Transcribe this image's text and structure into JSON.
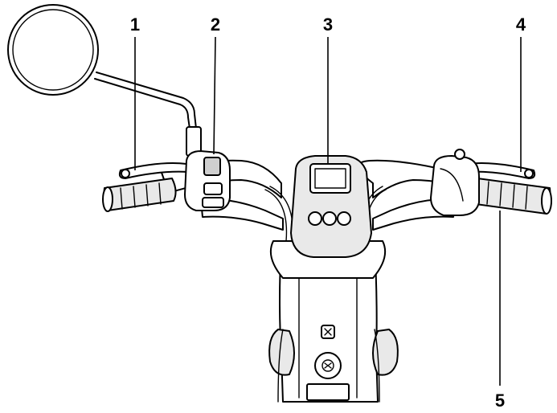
{
  "callouts": [
    {
      "id": "1",
      "label": "1"
    },
    {
      "id": "2",
      "label": "2"
    },
    {
      "id": "3",
      "label": "3"
    },
    {
      "id": "4",
      "label": "4"
    },
    {
      "id": "5",
      "label": "5"
    }
  ],
  "colors": {
    "line": "#000000",
    "background": "#ffffff",
    "shade_light": "#e9e9e9",
    "shade_dark": "#cfcfcf"
  }
}
